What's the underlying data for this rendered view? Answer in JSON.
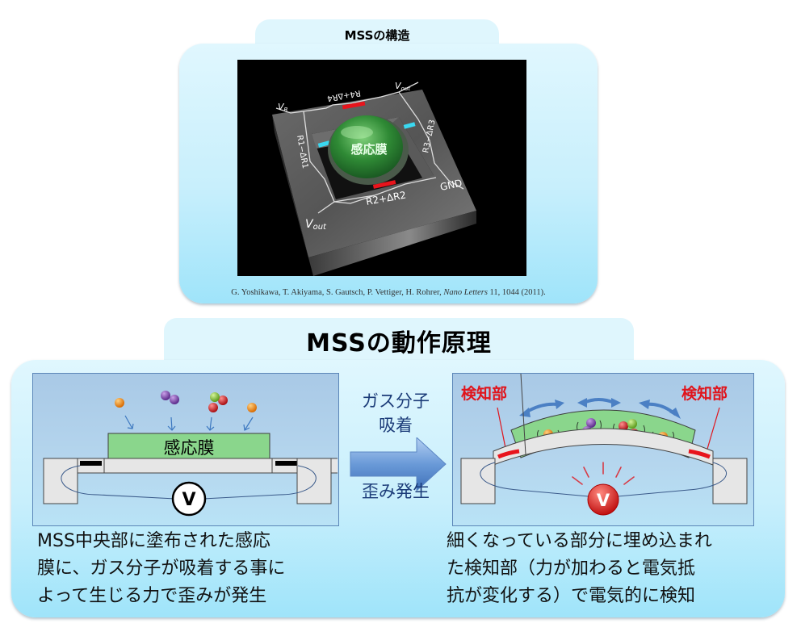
{
  "structure_panel": {
    "title": "MSSの構造",
    "figure": {
      "membrane_label": "感応膜",
      "labels": {
        "vb": "V",
        "vb_sub": "B",
        "vout_top": "V",
        "vout_top_sub": "out",
        "vout_bottom": "V",
        "vout_bottom_sub": "out",
        "gnd": "GND",
        "r1": "R1−ΔR1",
        "r2": "R2+ΔR2",
        "r3": "R3−ΔR3",
        "r4": "R4+ΔR4"
      }
    },
    "citation": {
      "authors": "G. Yoshikawa, T. Akiyama, S. Gautsch, P. Vettiger, H. Rohrer, ",
      "journal": "Nano Letters",
      "details": " 11, 1044 (2011)."
    }
  },
  "principle_panel": {
    "title": "MSSの動作原理",
    "left_diagram": {
      "membrane_label": "感応膜",
      "voltmeter_label": "V"
    },
    "arrow": {
      "top_line1": "ガス分子",
      "top_line2": "吸着",
      "bottom": "歪み発生"
    },
    "right_diagram": {
      "sensor_label_left": "検知部",
      "sensor_label_right": "検知部",
      "voltmeter_label": "V"
    },
    "description_left": {
      "line1": "MSS中央部に塗布された感応",
      "line2": "膜に、ガス分子が吸着する事に",
      "line3": "よって生じる力で歪みが発生"
    },
    "description_right": {
      "line1": "細くなっている部分に埋め込まれ",
      "line2": "た検知部（力が加わると電気抵",
      "line3": "抗が変化する）で電気的に検知"
    }
  },
  "colors": {
    "panel_light": "#e0f7fe",
    "panel_dark": "#9fe4fa",
    "diagram_bg": "#b5d6ee",
    "membrane_green": "#8ad68c",
    "sensor_red": "#e8141c",
    "arrow_blue": "#4b80c4",
    "label_red": "#e0141c",
    "mid_text": "#1b3b78"
  }
}
